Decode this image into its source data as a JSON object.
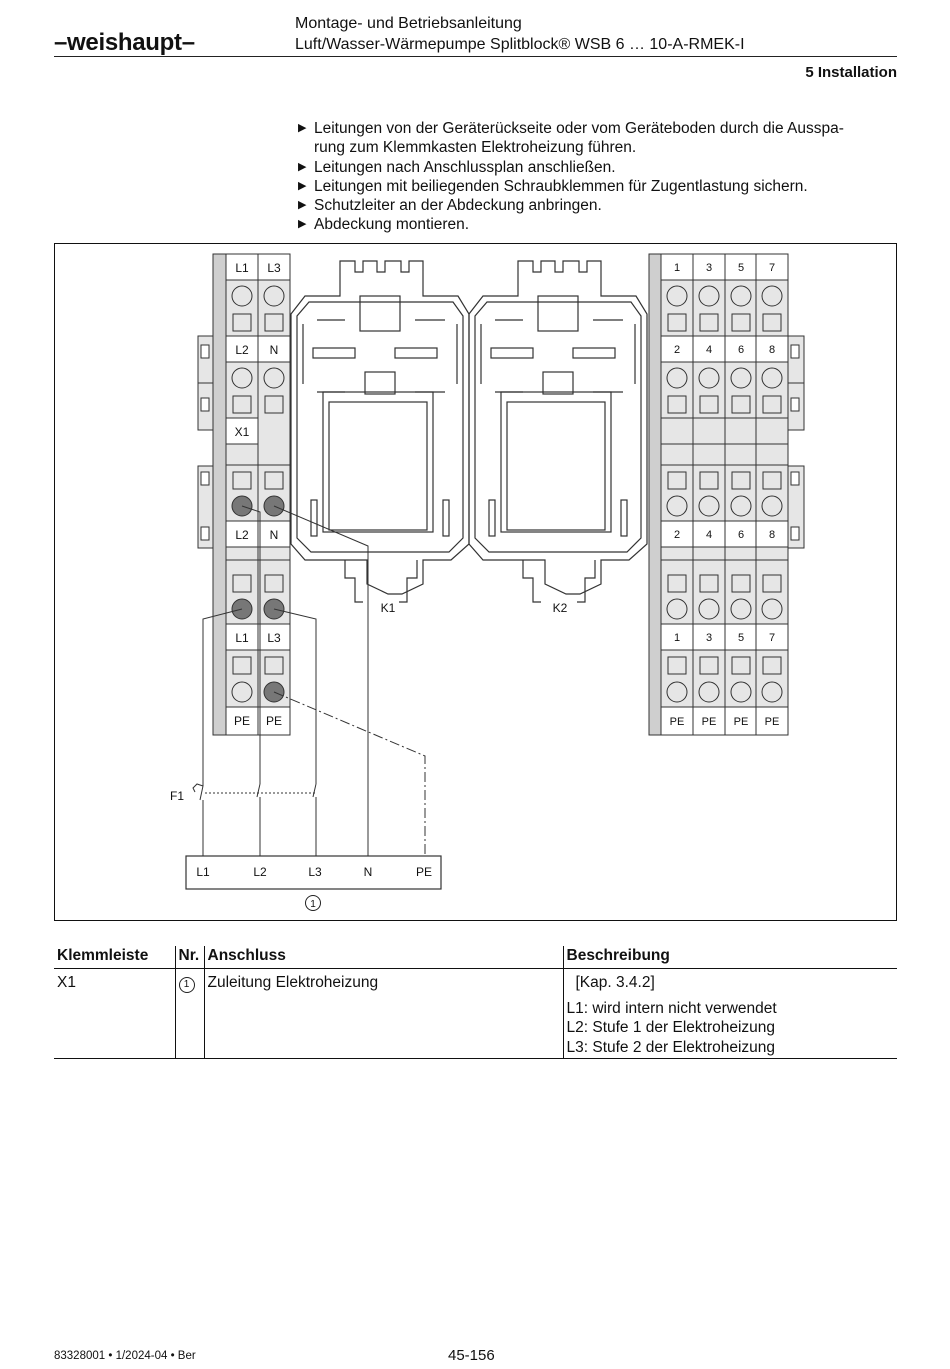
{
  "header": {
    "logo": "–weishaupt–",
    "title_line1": "Montage- und Betriebsanleitung",
    "title_line2": "Luft/Wasser-Wärmepumpe Splitblock® WSB 6 … 10-A-RMEK-I",
    "section": "5 Installation"
  },
  "steps": {
    "bullet": "▶",
    "items": [
      "Leitungen von der Geräterückseite oder vom Geräteboden durch die Ausspa-",
      "rung zum Klemmkasten Elektroheizung führen.",
      "Leitungen nach Anschlussplan anschließen.",
      "Leitungen mit beiliegenden Schraubklemmen für Zugentlastung sichern.",
      "Schutzleiter an der Abdeckung anbringen.",
      "Abdeckung montieren."
    ]
  },
  "diagram": {
    "left_terminals": [
      "L1",
      "L3",
      "L2",
      "N",
      "X1",
      "L2",
      "N",
      "L1",
      "L3",
      "PE",
      "PE"
    ],
    "right_top_numbers": [
      "1",
      "3",
      "5",
      "7"
    ],
    "right_mid_numbers_a": [
      "2",
      "4",
      "6",
      "8"
    ],
    "right_mid_numbers_b": [
      "2",
      "4",
      "6",
      "8"
    ],
    "right_low_numbers": [
      "1",
      "3",
      "5",
      "7"
    ],
    "right_pe": [
      "PE",
      "PE",
      "PE",
      "PE"
    ],
    "contactor_k1": "K1",
    "contactor_k2": "K2",
    "fuse_label": "F1",
    "supply_terminals": [
      "L1",
      "L2",
      "L3",
      "N",
      "PE"
    ],
    "supply_marker": "1"
  },
  "table": {
    "headers": [
      "Klemmleiste",
      "Nr.",
      "Anschluss",
      "Beschreibung"
    ],
    "row": {
      "klemmleiste": "X1",
      "nr": "1",
      "anschluss": "Zuleitung Elektroheizung",
      "desc_ref": "[Kap. 3.4.2]",
      "desc_l1": "L1: wird intern nicht verwendet",
      "desc_l2": "L2: Stufe 1 der Elektroheizung",
      "desc_l3": "L3: Stufe 2 der Elektroheizung"
    }
  },
  "footer": {
    "doc_code": "83328001 • 1/2024-04 • Ber",
    "page": "45-156"
  }
}
